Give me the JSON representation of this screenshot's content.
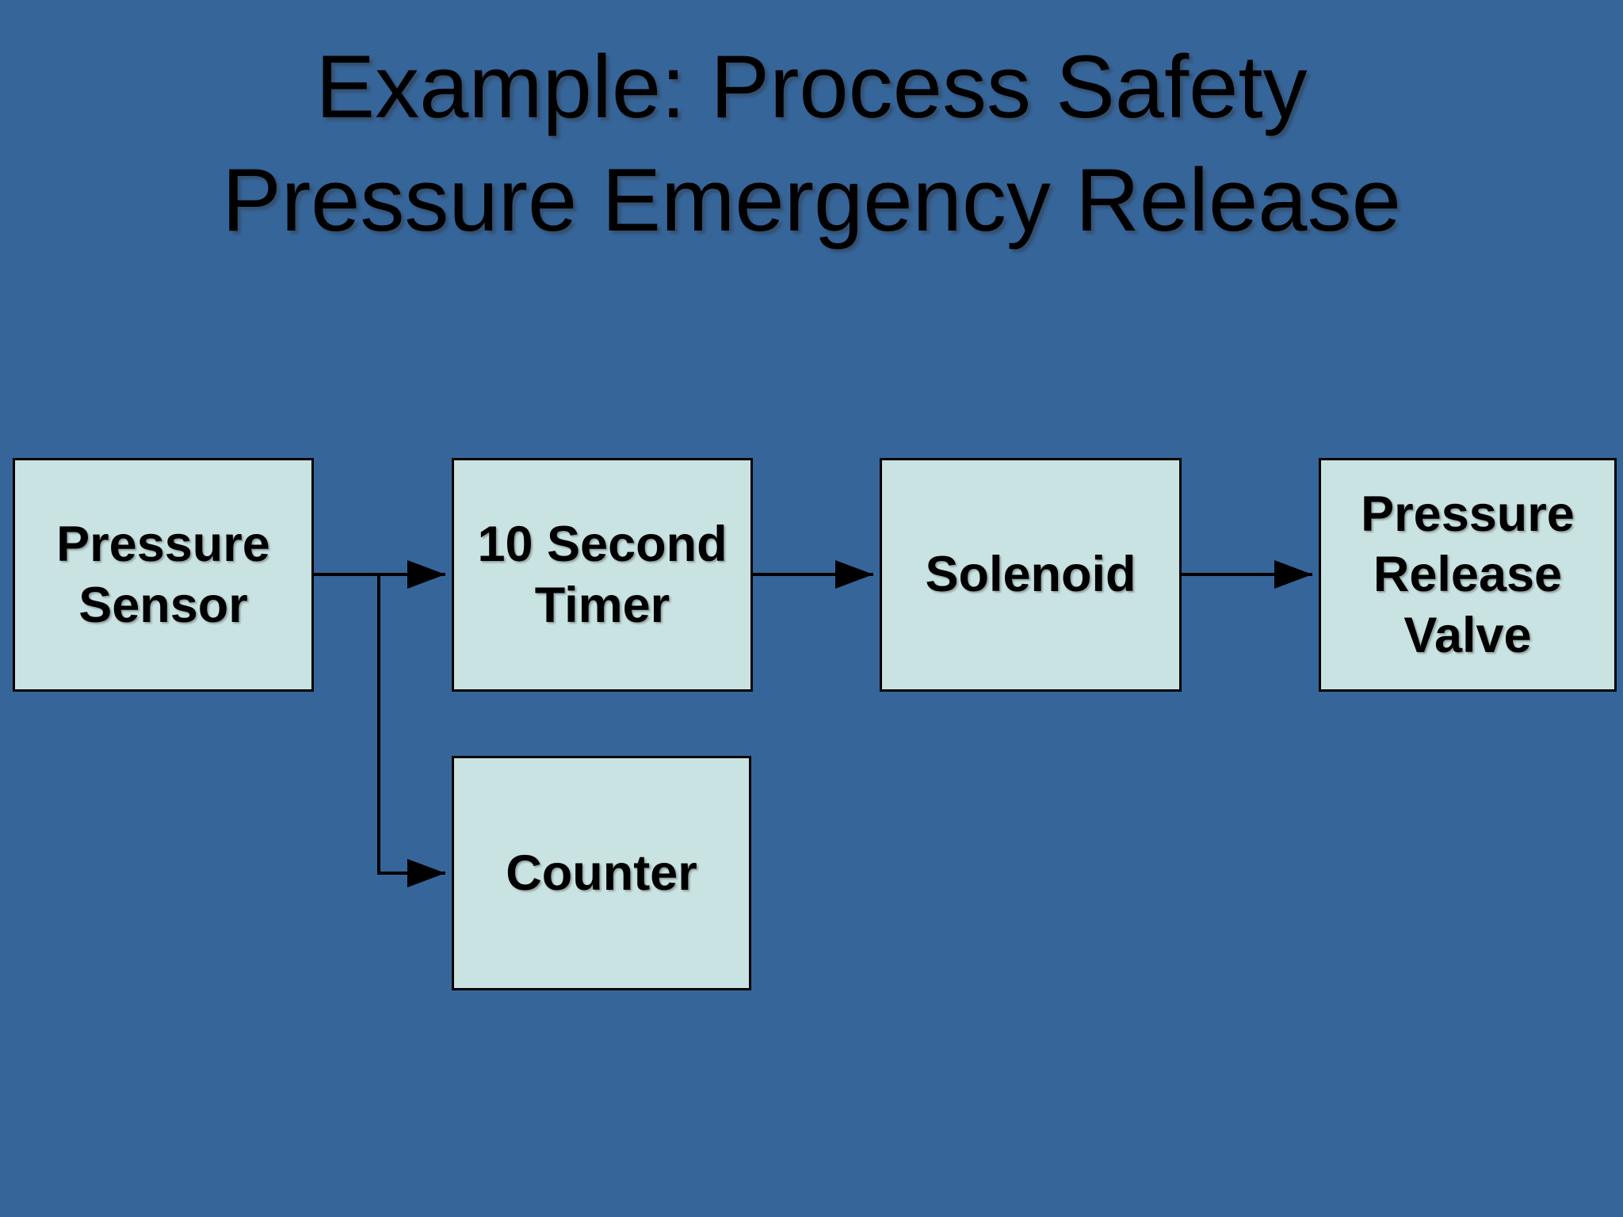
{
  "slide": {
    "title": "Example: Process Safety\nPressure Emergency Release"
  },
  "colors": {
    "background": "#36659A",
    "node_fill": "#C9E3E2",
    "node_border": "#000000",
    "connector": "#000000",
    "text": "#000000"
  },
  "diagram": {
    "nodes": [
      {
        "id": "pressure-sensor",
        "label": "Pressure\nSensor"
      },
      {
        "id": "ten-second-timer",
        "label": "10 Second\nTimer"
      },
      {
        "id": "solenoid",
        "label": "Solenoid"
      },
      {
        "id": "pressure-release-valve",
        "label": "Pressure\nRelease\nValve"
      },
      {
        "id": "counter",
        "label": "Counter"
      }
    ],
    "edges": [
      {
        "from": "pressure-sensor",
        "to": "ten-second-timer"
      },
      {
        "from": "pressure-sensor",
        "to": "counter"
      },
      {
        "from": "ten-second-timer",
        "to": "solenoid"
      },
      {
        "from": "solenoid",
        "to": "pressure-release-valve"
      }
    ]
  }
}
